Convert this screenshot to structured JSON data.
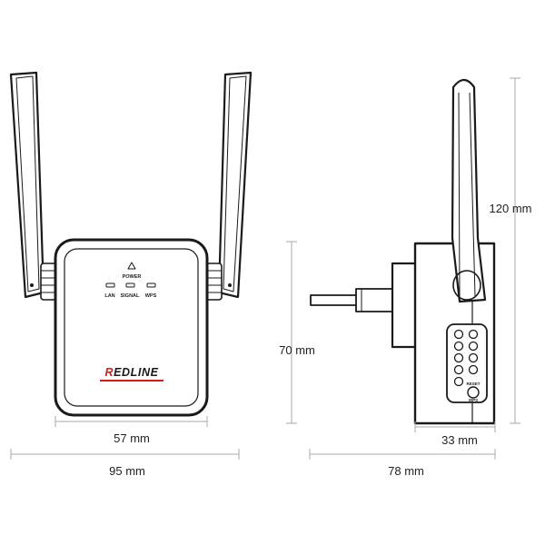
{
  "front_view": {
    "led_power_label": "POWER",
    "led_labels": [
      "LAN",
      "SIGNAL",
      "WPS"
    ],
    "brand": "REDLINE",
    "width_body": "57 mm",
    "width_total": "95 mm"
  },
  "side_view": {
    "height_total": "120 mm",
    "height_body": "70 mm",
    "depth_body": "33 mm",
    "depth_total": "78 mm",
    "reset_label": "RESET",
    "wps_label": "WPS"
  },
  "colors": {
    "line": "#1a1a1a",
    "dimension": "#aaaaaa",
    "brand_red": "#d7191c"
  }
}
